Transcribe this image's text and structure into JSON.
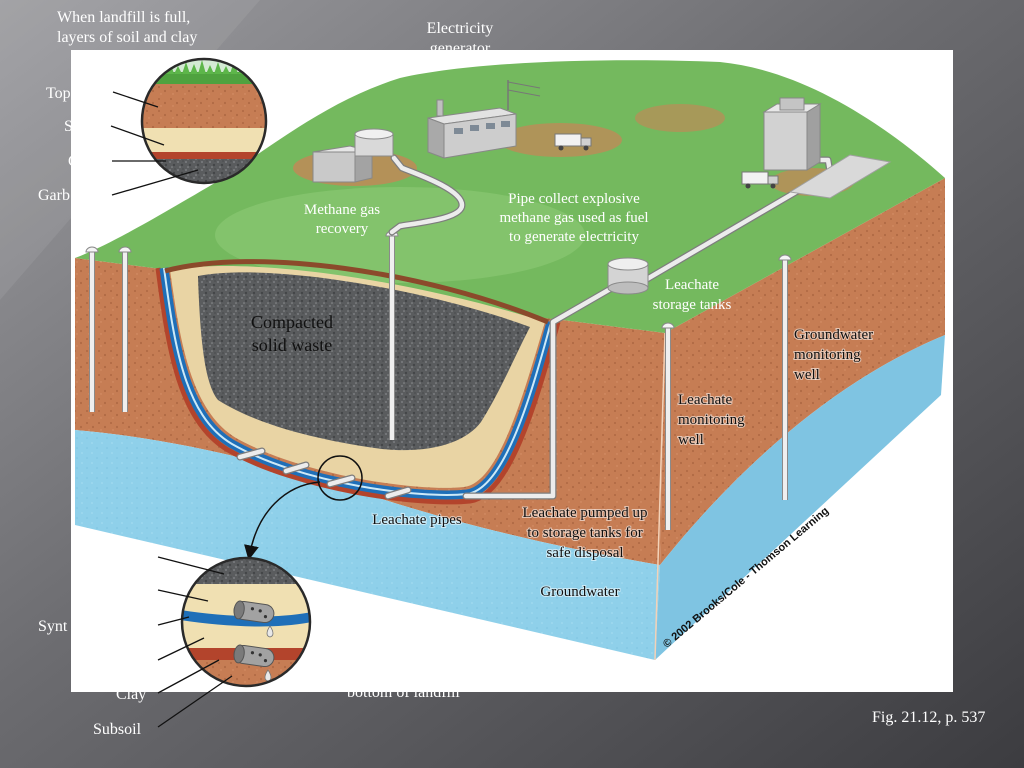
{
  "slide": {
    "caption_lines": [
      "When landfill is full,",
      "layers of soil and clay"
    ],
    "electricity_lines": [
      "Electricity",
      "generator"
    ],
    "top_inset_labels": {
      "topsoil": "Top",
      "sand": "S",
      "clay": "C",
      "garbage": "Garb"
    },
    "bottom_inset_labels": {
      "synthetic": "Synt",
      "clay": "Clay",
      "subsoil": "Subsoil"
    },
    "bottom_note": "bottom of landfill",
    "figure_ref": "Fig. 21.12, p. 537"
  },
  "diagram": {
    "methane_recovery": [
      "Methane gas",
      "recovery"
    ],
    "pipe_note": [
      "Pipe collect explosive",
      "methane gas used as fuel",
      "to generate electricity"
    ],
    "compacted_waste": [
      "Compacted",
      "solid waste"
    ],
    "leachate_storage": [
      "Leachate",
      "storage tanks"
    ],
    "groundwater_well": [
      "Groundwater",
      "monitoring",
      "well"
    ],
    "leachate_well": [
      "Leachate",
      "monitoring",
      "well"
    ],
    "leachate_pipes": "Leachate pipes",
    "leachate_pumped": [
      "Leachate pumped up",
      "to storage tanks for",
      "safe disposal"
    ],
    "groundwater": "Groundwater",
    "copyright": "© 2002 Brooks/Cole - Thomson Learning"
  },
  "colors": {
    "slide_background": "#5a5a5e",
    "grass": "#74b95e",
    "soil": "#c47a52",
    "groundwater": "#8fd0ea",
    "liner_blue": "#1f6fb8",
    "clay_red": "#b3442c",
    "sand": "#f0e0b2",
    "waste_gray": "#5a5c5e"
  }
}
